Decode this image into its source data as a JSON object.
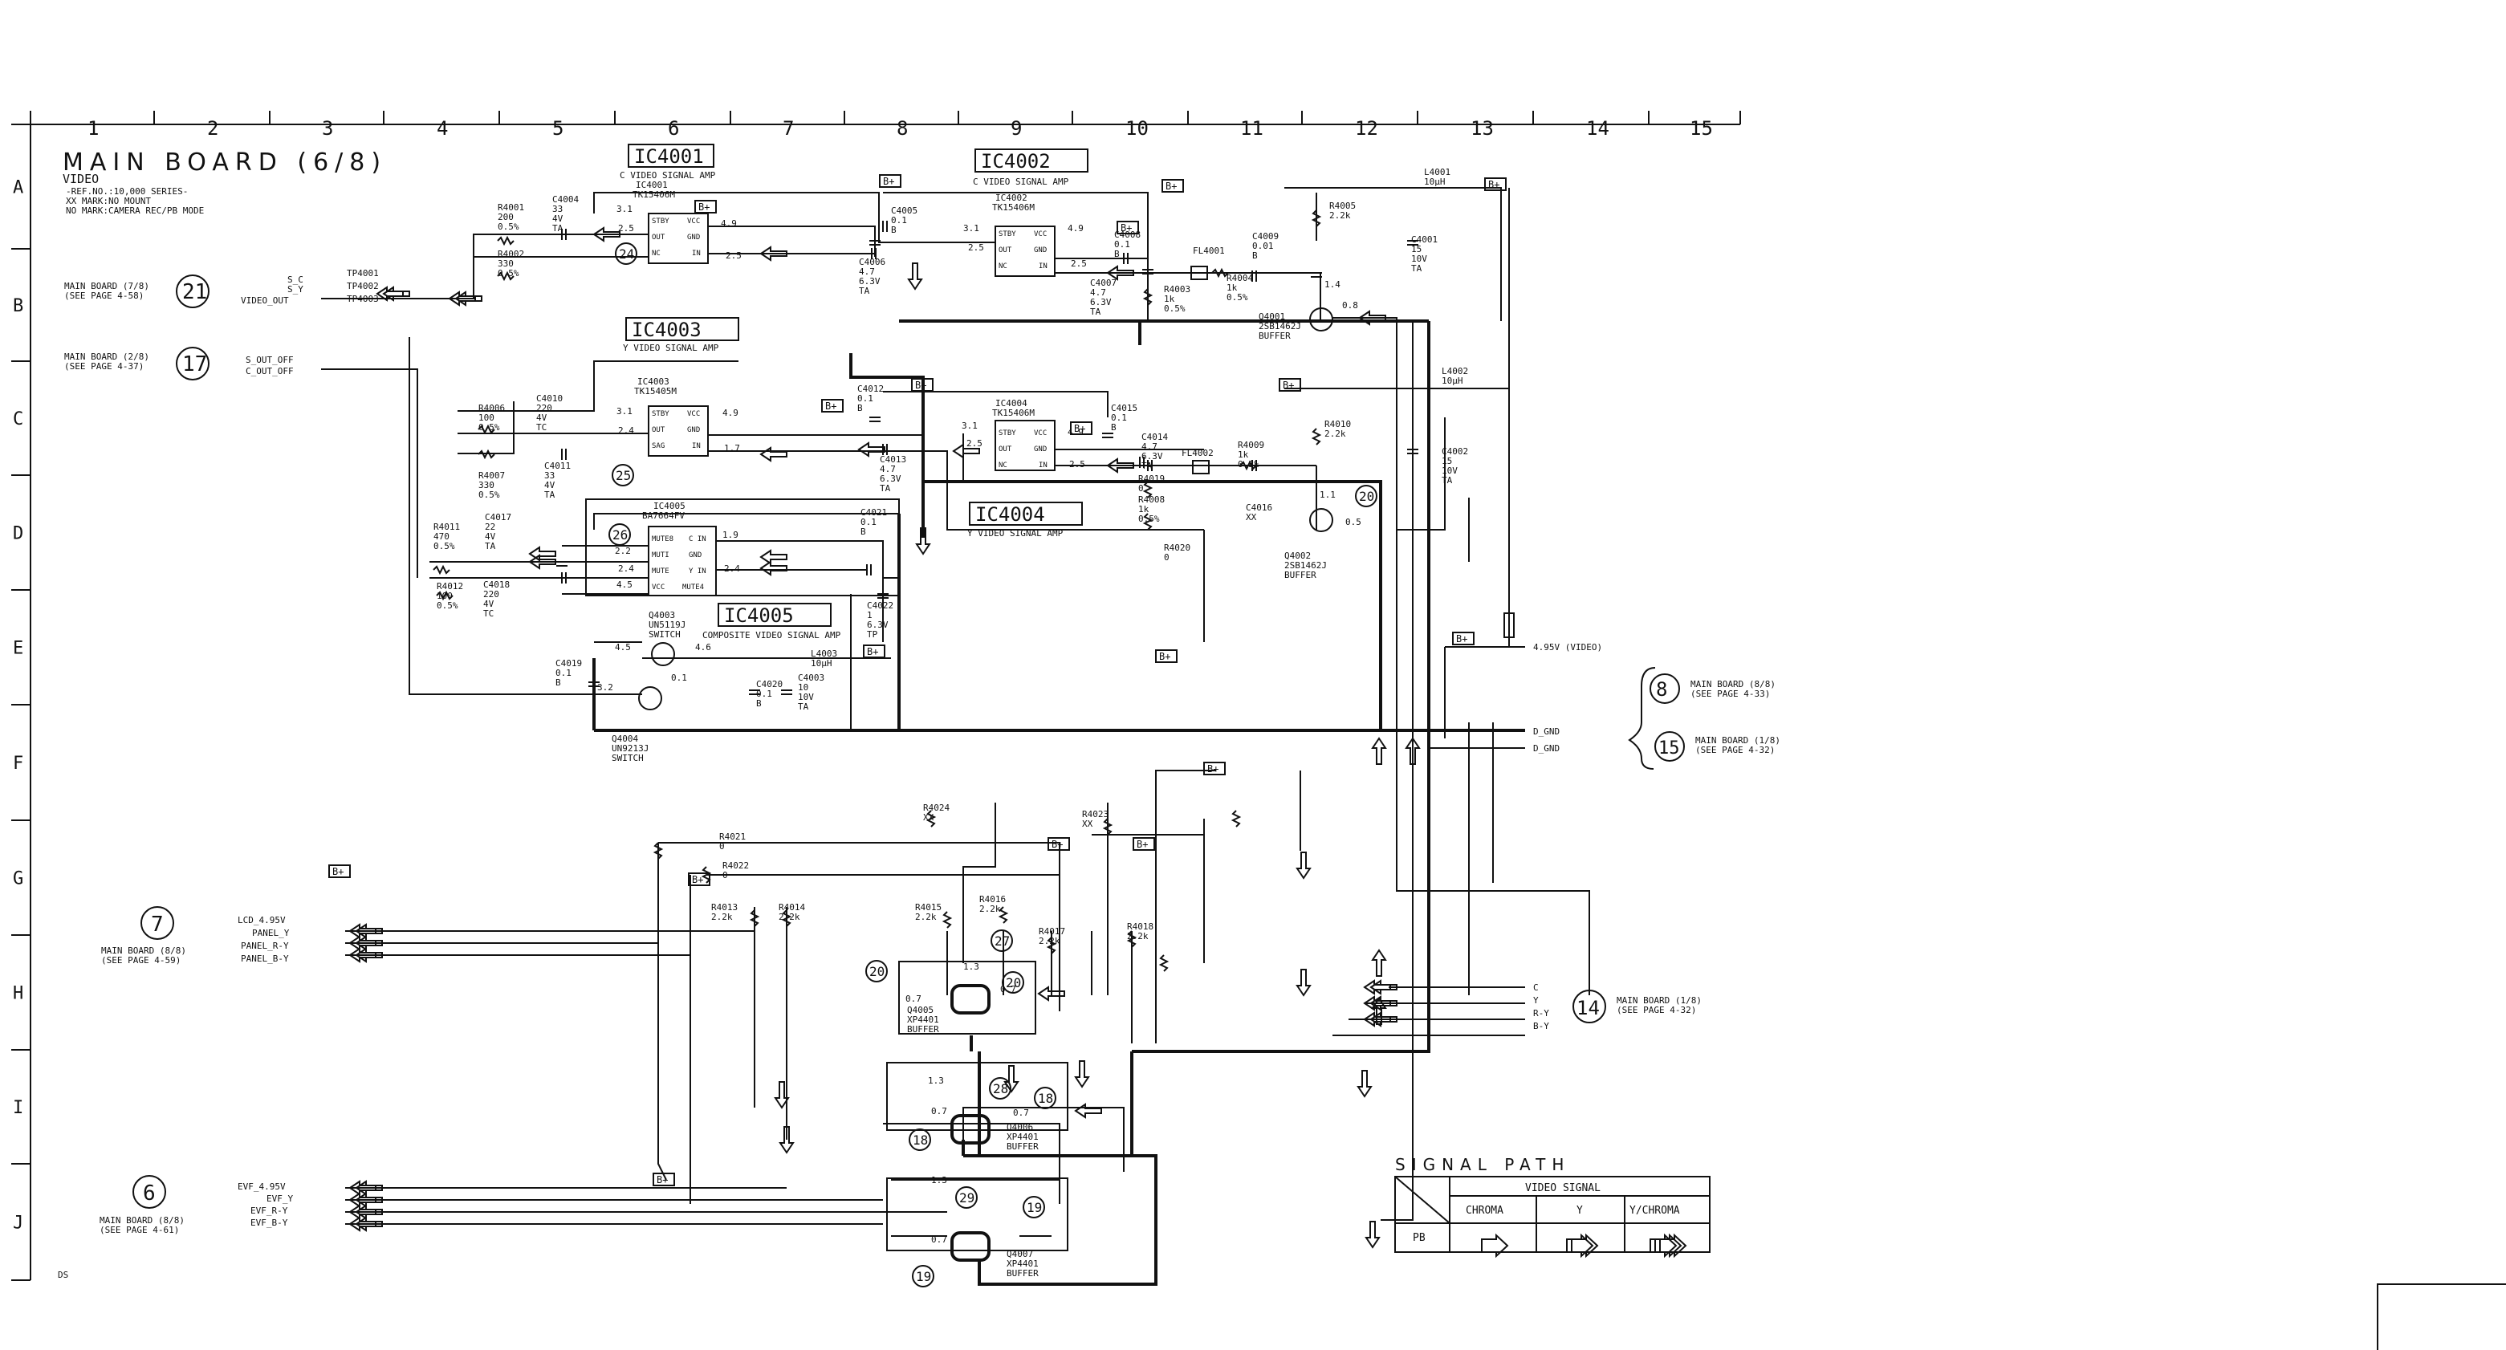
{
  "grid": {
    "cols": [
      "1",
      "2",
      "3",
      "4",
      "5",
      "6",
      "7",
      "8",
      "9",
      "10",
      "11",
      "12",
      "13",
      "14",
      "15"
    ],
    "rows": [
      "A",
      "B",
      "C",
      "D",
      "E",
      "F",
      "G",
      "H",
      "I",
      "J"
    ]
  },
  "header": {
    "title": "MAIN BOARD (6/8)",
    "subtitle": "VIDEO",
    "notes": [
      "-REF.NO.:10,000 SERIES-",
      "XX MARK:NO MOUNT",
      "NO MARK:CAMERA REC/PB MODE"
    ]
  },
  "ic_boxes": [
    {
      "name": "IC4001",
      "label": "C VIDEO SIGNAL AMP"
    },
    {
      "name": "IC4002",
      "label": "C VIDEO SIGNAL AMP"
    },
    {
      "name": "IC4003",
      "label": "Y VIDEO SIGNAL AMP"
    },
    {
      "name": "IC4004",
      "label": "Y VIDEO SIGNAL AMP"
    },
    {
      "name": "IC4005",
      "label": "COMPOSITE VIDEO SIGNAL AMP"
    }
  ],
  "ics": [
    {
      "ref": "IC4001",
      "part": "TK15406M",
      "pins": [
        "STBY",
        "OUT",
        "NC",
        "VCC",
        "GND",
        "IN"
      ]
    },
    {
      "ref": "IC4002",
      "part": "TK15406M",
      "pins": [
        "STBY",
        "OUT",
        "NC",
        "VCC",
        "GND",
        "IN"
      ]
    },
    {
      "ref": "IC4003",
      "part": "TK15405M",
      "pins": [
        "STBY",
        "OUT",
        "SAG",
        "VCC",
        "GND",
        "IN"
      ]
    },
    {
      "ref": "IC4004",
      "part": "TK15406M",
      "pins": [
        "STBY",
        "OUT",
        "NC",
        "VCC",
        "GND",
        "IN"
      ]
    },
    {
      "ref": "IC4005",
      "part": "BA7664FV",
      "pins": [
        "MUTE8",
        "MUTI",
        "MUTE",
        "VCC",
        "C IN",
        "GND",
        "Y IN",
        "MUTE4"
      ]
    }
  ],
  "components": [
    {
      "ref": "R4001",
      "l1": "200",
      "l2": "0.5%"
    },
    {
      "ref": "R4002",
      "l1": "330",
      "l2": "0.5%"
    },
    {
      "ref": "C4004",
      "l1": "33",
      "l2": "4V",
      "l3": "TA"
    },
    {
      "ref": "C4005",
      "l1": "0.1",
      "l2": "B"
    },
    {
      "ref": "C4006",
      "l1": "4.7",
      "l2": "6.3V",
      "l3": "TA"
    },
    {
      "ref": "C4008",
      "l1": "0.1",
      "l2": "B"
    },
    {
      "ref": "C4007",
      "l1": "4.7",
      "l2": "6.3V",
      "l3": "TA"
    },
    {
      "ref": "FL4001",
      "l1": "",
      "l2": ""
    },
    {
      "ref": "R4003",
      "l1": "1k",
      "l2": "0.5%"
    },
    {
      "ref": "R4004",
      "l1": "1k",
      "l2": "0.5%"
    },
    {
      "ref": "C4009",
      "l1": "0.01",
      "l2": "B"
    },
    {
      "ref": "R4005",
      "l1": "2.2k",
      "l2": ""
    },
    {
      "ref": "Q4001",
      "l1": "2SB1462J",
      "l2": "BUFFER"
    },
    {
      "ref": "L4001",
      "l1": "10μH",
      "l2": ""
    },
    {
      "ref": "C4001",
      "l1": "15",
      "l2": "10V",
      "l3": "TA"
    },
    {
      "ref": "R4006",
      "l1": "100",
      "l2": "0.5%"
    },
    {
      "ref": "C4010",
      "l1": "220",
      "l2": "4V",
      "l3": "TC"
    },
    {
      "ref": "R4007",
      "l1": "330",
      "l2": "0.5%"
    },
    {
      "ref": "C4011",
      "l1": "33",
      "l2": "4V",
      "l3": "TA"
    },
    {
      "ref": "C4012",
      "l1": "0.1",
      "l2": "B"
    },
    {
      "ref": "C4013",
      "l1": "4.7",
      "l2": "6.3V",
      "l3": "TA"
    },
    {
      "ref": "C4015",
      "l1": "0.1",
      "l2": "B"
    },
    {
      "ref": "C4014",
      "l1": "4.7",
      "l2": "6.3V",
      "l3": "TA"
    },
    {
      "ref": "R4019",
      "l1": "0",
      "l2": ""
    },
    {
      "ref": "FL4002",
      "l1": "",
      "l2": ""
    },
    {
      "ref": "R4008",
      "l1": "1k",
      "l2": "0.5%"
    },
    {
      "ref": "R4009",
      "l1": "1k",
      "l2": "0.5%"
    },
    {
      "ref": "C4016",
      "l1": "XX",
      "l2": ""
    },
    {
      "ref": "R4010",
      "l1": "2.2k",
      "l2": ""
    },
    {
      "ref": "R4020",
      "l1": "0",
      "l2": ""
    },
    {
      "ref": "Q4002",
      "l1": "2SB1462J",
      "l2": "BUFFER"
    },
    {
      "ref": "L4002",
      "l1": "10μH",
      "l2": ""
    },
    {
      "ref": "C4002",
      "l1": "15",
      "l2": "10V",
      "l3": "TA"
    },
    {
      "ref": "R4011",
      "l1": "470",
      "l2": "0.5%"
    },
    {
      "ref": "C4017",
      "l1": "22",
      "l2": "4V",
      "l3": "TA"
    },
    {
      "ref": "R4012",
      "l1": "100",
      "l2": "0.5%"
    },
    {
      "ref": "C4018",
      "l1": "220",
      "l2": "4V",
      "l3": "TC"
    },
    {
      "ref": "C4021",
      "l1": "0.1",
      "l2": "B"
    },
    {
      "ref": "C4022",
      "l1": "1",
      "l2": "6.3V",
      "l3": "TP"
    },
    {
      "ref": "Q4003",
      "l1": "UN5119J",
      "l2": "SWITCH"
    },
    {
      "ref": "L4003",
      "l1": "10μH",
      "l2": ""
    },
    {
      "ref": "C4019",
      "l1": "0.1",
      "l2": "B"
    },
    {
      "ref": "C4020",
      "l1": "0.1",
      "l2": "B"
    },
    {
      "ref": "C4003",
      "l1": "10",
      "l2": "10V",
      "l3": "TA"
    },
    {
      "ref": "Q4004",
      "l1": "UN9213J",
      "l2": "SWITCH"
    },
    {
      "ref": "R4024",
      "l1": "XX",
      "l2": ""
    },
    {
      "ref": "R4023",
      "l1": "XX",
      "l2": ""
    },
    {
      "ref": "R4021",
      "l1": "0",
      "l2": ""
    },
    {
      "ref": "R4022",
      "l1": "0",
      "l2": ""
    },
    {
      "ref": "R4013",
      "l1": "2.2k",
      "l2": ""
    },
    {
      "ref": "R4014",
      "l1": "2.2k",
      "l2": ""
    },
    {
      "ref": "R4015",
      "l1": "2.2k",
      "l2": ""
    },
    {
      "ref": "R4016",
      "l1": "2.2k",
      "l2": ""
    },
    {
      "ref": "R4017",
      "l1": "2.2k",
      "l2": ""
    },
    {
      "ref": "R4018",
      "l1": "2.2k",
      "l2": ""
    },
    {
      "ref": "Q4005",
      "l1": "XP4401",
      "l2": "BUFFER"
    },
    {
      "ref": "Q4006",
      "l1": "XP4401",
      "l2": "BUFFER"
    },
    {
      "ref": "Q4007",
      "l1": "XP4401",
      "l2": "BUFFER"
    }
  ],
  "voltages": [
    "3.1",
    "2.5",
    "4.9",
    "2.5",
    "3.1",
    "2.5",
    "4.9",
    "2.5",
    "1.4",
    "0.8",
    "3.1",
    "2.4",
    "4.9",
    "1.7",
    "3.1",
    "2.5",
    "4.9",
    "2.5",
    "1.1",
    "0.5",
    "2.2",
    "2.4",
    "1.9",
    "2.4",
    "4.5",
    "4.5",
    "4.6",
    "3.2",
    "0.1",
    "1.3",
    "0.7",
    "0.7",
    "0.7",
    "1.3",
    "0.7",
    "1.3",
    "0.7"
  ],
  "connectors": {
    "left_top": {
      "num": "21",
      "label": "MAIN BOARD (7/8)",
      "page": "(SEE PAGE 4-58)",
      "signals": [
        "S_C",
        "S_Y",
        "VIDEO_OUT"
      ],
      "tps": [
        "TP4001",
        "TP4002",
        "TP4003"
      ]
    },
    "left_mid": {
      "num": "17",
      "label": "MAIN BOARD (2/8)",
      "page": "(SEE PAGE 4-37)",
      "signals": [
        "S_OUT_OFF",
        "C_OUT_OFF"
      ]
    },
    "left_7": {
      "num": "7",
      "label": "MAIN BOARD (8/8)",
      "page": "(SEE PAGE 4-59)",
      "signals": [
        "LCD_4.95V",
        "PANEL_Y",
        "PANEL_R-Y",
        "PANEL_B-Y"
      ]
    },
    "left_6": {
      "num": "6",
      "label": "MAIN BOARD (8/8)",
      "page": "(SEE PAGE 4-61)",
      "signals": [
        "EVF_4.95V",
        "EVF_Y",
        "EVF_R-Y",
        "EVF_B-Y"
      ]
    },
    "right_8": {
      "num": "8",
      "label": "MAIN BOARD (8/8)",
      "page": "(SEE PAGE 4-33)"
    },
    "right_15": {
      "num": "15",
      "label": "MAIN BOARD (1/8)",
      "page": "(SEE PAGE 4-32)"
    },
    "right_14": {
      "num": "14",
      "label": "MAIN BOARD (1/8)",
      "page": "(SEE PAGE 4-32)",
      "signals": [
        "C",
        "Y",
        "R-Y",
        "B-Y"
      ]
    },
    "power": {
      "label": "4.95V (VIDEO)"
    },
    "gnd": [
      "D_GND",
      "D_GND"
    ]
  },
  "markers": [
    "24",
    "25",
    "26",
    "27",
    "20",
    "20",
    "28",
    "18",
    "18",
    "29",
    "19",
    "19",
    "20"
  ],
  "bplus": "B+",
  "legend": {
    "title": "SIGNAL PATH",
    "header": "VIDEO SIGNAL",
    "cols": [
      "CHROMA",
      "Y",
      "Y/CHROMA"
    ],
    "row": "PB"
  },
  "page_id": "DS"
}
